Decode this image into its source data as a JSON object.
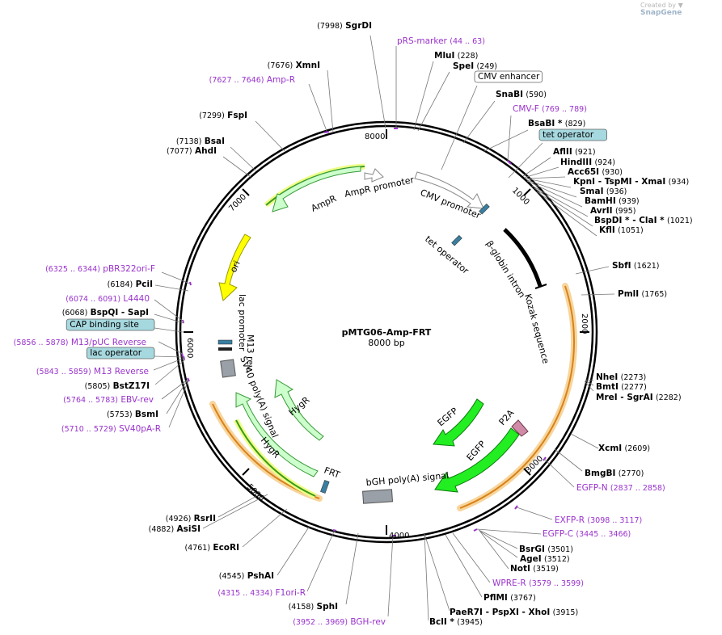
{
  "app": {
    "created_by": "Created by",
    "brand": "SnapGene"
  },
  "plasmid": {
    "name": "pMTG06-Amp-FRT",
    "length_label": "8000 bp"
  },
  "ticks": [
    "1000",
    "2000",
    "3000",
    "4000",
    "5000",
    "6000",
    "7000",
    "8000"
  ],
  "features": [
    {
      "label": "AmpR promoter",
      "kind": "promoter"
    },
    {
      "label": "AmpR",
      "kind": "cds"
    },
    {
      "label": "CMV promoter",
      "kind": "promoter"
    },
    {
      "label": "tet operator",
      "kind": "operator"
    },
    {
      "label": "β-globin intron",
      "kind": "intron"
    },
    {
      "label": "Kozak sequence",
      "kind": "kozak"
    },
    {
      "label": "ori",
      "kind": "origin"
    },
    {
      "label": "lac promoter",
      "kind": "promoter"
    },
    {
      "label": "M13 rev",
      "kind": "primer"
    },
    {
      "label": "SV40 poly(A) signal",
      "kind": "terminator"
    },
    {
      "label": "HygR",
      "kind": "cds"
    },
    {
      "label": "HygR",
      "kind": "cds"
    },
    {
      "label": "FRT",
      "kind": "site"
    },
    {
      "label": "bGH poly(A) signal",
      "kind": "terminator"
    },
    {
      "label": "EGFP",
      "kind": "cds"
    },
    {
      "label": "EGFP",
      "kind": "cds"
    },
    {
      "label": "P2A",
      "kind": "peptide"
    }
  ],
  "labels": [
    {
      "name": "SgrDI",
      "pos": "(7998)",
      "kind": "enzyme"
    },
    {
      "name": "pRS-marker",
      "pos": "(44 .. 63)",
      "kind": "primer"
    },
    {
      "name": "MluI",
      "pos": "(228)",
      "kind": "enzyme"
    },
    {
      "name": "XmnI",
      "pos": "(7676)",
      "kind": "enzyme"
    },
    {
      "name": "SpeI",
      "pos": "(249)",
      "kind": "enzyme"
    },
    {
      "name": "Amp-R",
      "pos": "(7627 .. 7646)",
      "kind": "primer"
    },
    {
      "name": "CMV enhancer",
      "pos": "",
      "kind": "boxed"
    },
    {
      "name": "SnaBI",
      "pos": "(590)",
      "kind": "enzyme"
    },
    {
      "name": "FspI",
      "pos": "(7299)",
      "kind": "enzyme"
    },
    {
      "name": "CMV-F",
      "pos": "(769 .. 789)",
      "kind": "primer"
    },
    {
      "name": "BsaBI *",
      "pos": "(829)",
      "kind": "enzyme"
    },
    {
      "name": "BsaI",
      "pos": "(7138)",
      "kind": "enzyme"
    },
    {
      "name": "tet operator",
      "pos": "",
      "kind": "boxed-feature"
    },
    {
      "name": "AhdI",
      "pos": "(7077)",
      "kind": "enzyme"
    },
    {
      "name": "AflII",
      "pos": "(921)",
      "kind": "enzyme"
    },
    {
      "name": "HindIII",
      "pos": "(924)",
      "kind": "enzyme"
    },
    {
      "name": "Acc65I",
      "pos": "(930)",
      "kind": "enzyme"
    },
    {
      "name": "KpnI  - TspMI  - XmaI",
      "pos": "(934)",
      "kind": "enzyme"
    },
    {
      "name": "SmaI",
      "pos": "(936)",
      "kind": "enzyme"
    },
    {
      "name": "BamHI",
      "pos": "(939)",
      "kind": "enzyme"
    },
    {
      "name": "AvrII",
      "pos": "(995)",
      "kind": "enzyme"
    },
    {
      "name": "BspDI *  - ClaI *",
      "pos": "(1021)",
      "kind": "enzyme"
    },
    {
      "name": "KflI",
      "pos": "(1051)",
      "kind": "enzyme"
    },
    {
      "name": "SbfI",
      "pos": "(1621)",
      "kind": "enzyme"
    },
    {
      "name": "pBR322ori-F",
      "pos": "(6325 .. 6344)",
      "kind": "primer"
    },
    {
      "name": "PciI",
      "pos": "(6184)",
      "kind": "enzyme"
    },
    {
      "name": "PmlI",
      "pos": "(1765)",
      "kind": "enzyme"
    },
    {
      "name": "L4440",
      "pos": "(6074 .. 6091)",
      "kind": "primer"
    },
    {
      "name": "BspQI  - SapI",
      "pos": "(6068)",
      "kind": "enzyme"
    },
    {
      "name": "CAP binding site",
      "pos": "",
      "kind": "boxed-feature"
    },
    {
      "name": "M13/pUC Reverse",
      "pos": "(5856 .. 5878)",
      "kind": "primer"
    },
    {
      "name": "lac operator",
      "pos": "",
      "kind": "boxed-feature"
    },
    {
      "name": "M13 Reverse",
      "pos": "(5843 .. 5859)",
      "kind": "primer"
    },
    {
      "name": "NheI",
      "pos": "(2273)",
      "kind": "enzyme"
    },
    {
      "name": "BmtI",
      "pos": "(2277)",
      "kind": "enzyme"
    },
    {
      "name": "MreI  - SgrAI",
      "pos": "(2282)",
      "kind": "enzyme"
    },
    {
      "name": "BstZ17I",
      "pos": "(5805)",
      "kind": "enzyme"
    },
    {
      "name": "EBV-rev",
      "pos": "(5764 .. 5783)",
      "kind": "primer"
    },
    {
      "name": "BsmI",
      "pos": "(5753)",
      "kind": "enzyme"
    },
    {
      "name": "SV40pA-R",
      "pos": "(5710 .. 5729)",
      "kind": "primer"
    },
    {
      "name": "XcmI",
      "pos": "(2609)",
      "kind": "enzyme"
    },
    {
      "name": "BmgBI",
      "pos": "(2770)",
      "kind": "enzyme"
    },
    {
      "name": "EGFP-N",
      "pos": "(2837 .. 2858)",
      "kind": "primer"
    },
    {
      "name": "EXFP-R",
      "pos": "(3098 .. 3117)",
      "kind": "primer"
    },
    {
      "name": "RsrII",
      "pos": "(4926)",
      "kind": "enzyme"
    },
    {
      "name": "AsiSI",
      "pos": "(4882)",
      "kind": "enzyme"
    },
    {
      "name": "EGFP-C",
      "pos": "(3445 .. 3466)",
      "kind": "primer"
    },
    {
      "name": "EcoRI",
      "pos": "(4761)",
      "kind": "enzyme"
    },
    {
      "name": "BsrGI",
      "pos": "(3501)",
      "kind": "enzyme"
    },
    {
      "name": "AgeI",
      "pos": "(3512)",
      "kind": "enzyme"
    },
    {
      "name": "NotI",
      "pos": "(3519)",
      "kind": "enzyme"
    },
    {
      "name": "PshAI",
      "pos": "(4545)",
      "kind": "enzyme"
    },
    {
      "name": "WPRE-R",
      "pos": "(3579 .. 3599)",
      "kind": "primer"
    },
    {
      "name": "F1ori-R",
      "pos": "(4315 .. 4334)",
      "kind": "primer"
    },
    {
      "name": "PflMI",
      "pos": "(3767)",
      "kind": "enzyme"
    },
    {
      "name": "SphI",
      "pos": "(4158)",
      "kind": "enzyme"
    },
    {
      "name": "PaeR7I  - PspXI  - XhoI",
      "pos": "(3915)",
      "kind": "enzyme"
    },
    {
      "name": "BGH-rev",
      "pos": "(3952 .. 3969)",
      "kind": "primer"
    },
    {
      "name": "BclI *",
      "pos": "(3945)",
      "kind": "enzyme"
    }
  ],
  "colors": {
    "enzyme": "#000000",
    "primer": "#9932cc",
    "backbone": "#000000",
    "feature_fill": "#ccffcc",
    "feature_dark": "#1a8f1a",
    "ori": "#ffff00",
    "egfp": "#22ee22",
    "orange": "#f0a040",
    "boxed_fill": "#a6d8df",
    "promoter_fill": "#ffffff"
  }
}
